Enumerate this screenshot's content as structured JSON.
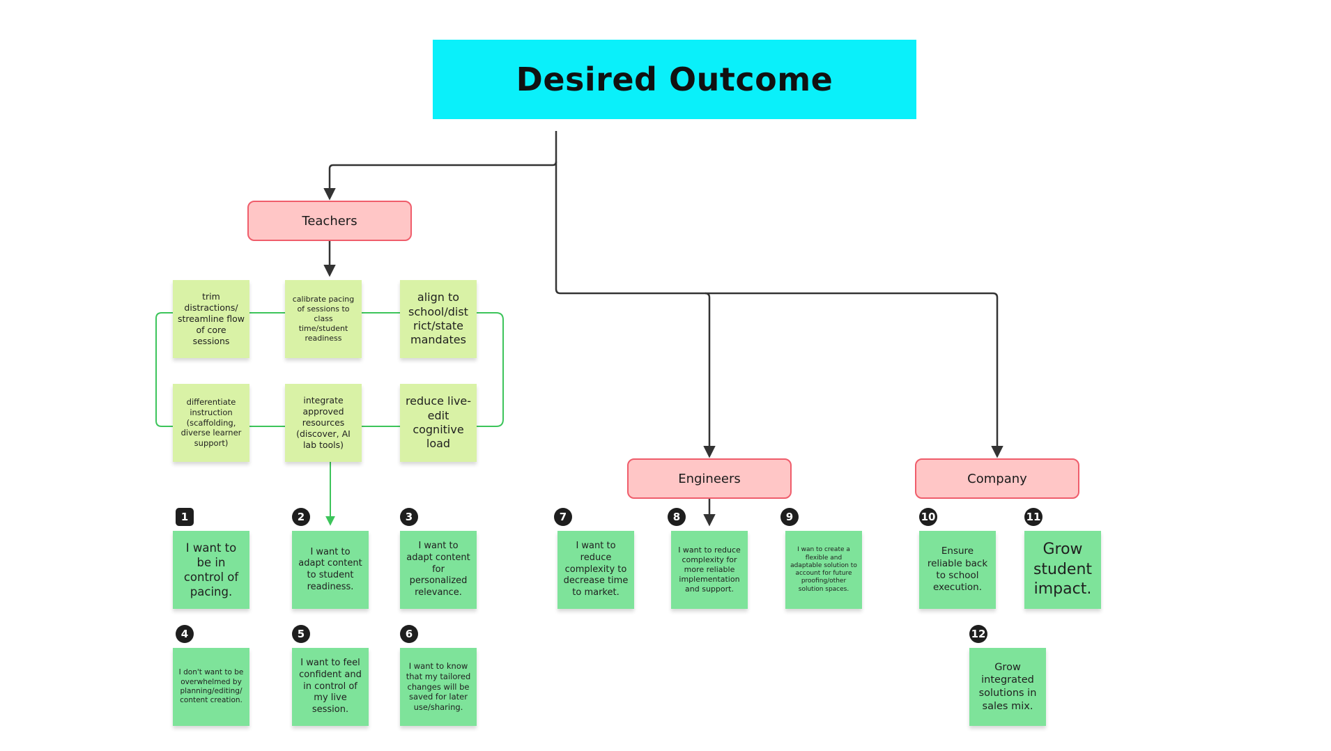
{
  "title": "Desired Outcome",
  "groups": {
    "teachers": "Teachers",
    "engineers": "Engineers",
    "company": "Company"
  },
  "teacher_tasks": [
    "trim distractions/ streamline flow of core sessions",
    "calibrate pacing of sessions to class time/student readiness",
    "align to school/dist rict/state mandates",
    "differentiate instruction (scaffolding, diverse learner support)",
    "integrate approved resources (discover, AI lab tools)",
    "reduce live-edit cognitive load"
  ],
  "needs": [
    {
      "number": "1",
      "text": "I want to be in control of pacing."
    },
    {
      "number": "2",
      "text": "I want to adapt content to student readiness."
    },
    {
      "number": "3",
      "text": "I want to adapt content for personalized relevance."
    },
    {
      "number": "4",
      "text": "I don't want to be overwhelmed by planning/editing/ content creation."
    },
    {
      "number": "5",
      "text": "I want to feel confident and in control of my live session."
    },
    {
      "number": "6",
      "text": "I want to know that my tailored changes will be saved for later use/sharing."
    },
    {
      "number": "7",
      "text": "I want to reduce complexity to decrease time to market."
    },
    {
      "number": "8",
      "text": "I want to reduce complexity for more reliable implementation and support."
    },
    {
      "number": "9",
      "text": "I wan to create a flexible and adaptable solution to account for future proofing/other solution spaces."
    },
    {
      "number": "10",
      "text": "Ensure reliable back to school execution."
    },
    {
      "number": "11",
      "text": "Grow student impact."
    },
    {
      "number": "12",
      "text": "Grow integrated solutions in sales mix."
    }
  ],
  "colors": {
    "title_fill": "#0af0fa",
    "group_fill": "#ffc6c6",
    "group_border": "#ef5d6b",
    "task_sticky": "#d9f2a6",
    "need_sticky": "#7ee39a",
    "connector": "#333333",
    "loop_connector": "#3cc45a"
  }
}
